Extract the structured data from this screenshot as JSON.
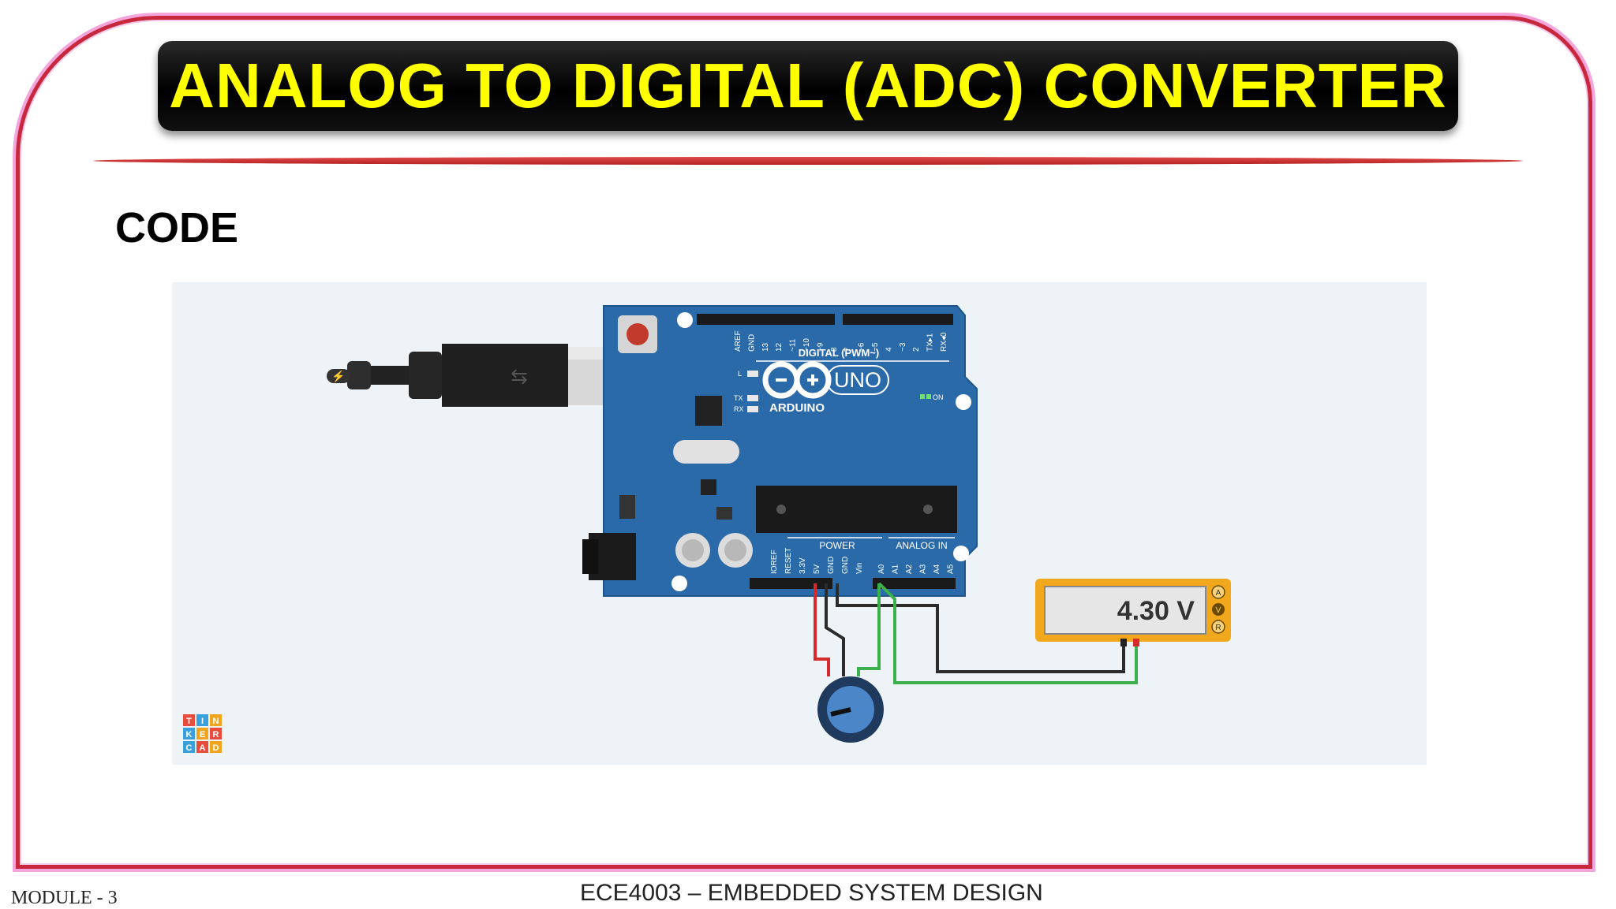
{
  "slide": {
    "title": "ANALOG TO DIGITAL (ADC) CONVERTER",
    "section_heading": "CODE",
    "footer_left": "MODULE - 3",
    "footer_center": "ECE4003 – EMBEDDED SYSTEM DESIGN"
  },
  "circuit": {
    "board_brand": "ARDUINO",
    "board_model": "UNO",
    "digital_label": "DIGITAL (PWM~)",
    "digital_pins": [
      "AREF",
      "GND",
      "13",
      "12",
      "~11",
      "~10",
      "~9",
      "8",
      "7",
      "~6",
      "~5",
      "4",
      "~3",
      "2",
      "TX▸1",
      "RX◂0"
    ],
    "power_label": "POWER",
    "power_pins": [
      "IOREF",
      "RESET",
      "3.3V",
      "5V",
      "GND",
      "GND",
      "Vin"
    ],
    "analog_label": "ANALOG IN",
    "analog_pins": [
      "A0",
      "A1",
      "A2",
      "A3",
      "A4",
      "A5"
    ],
    "led_labels": [
      "L",
      "TX",
      "RX"
    ],
    "on_label": "ON",
    "multimeter_reading": "4.30 V",
    "multimeter_modes": [
      "A",
      "V",
      "R"
    ],
    "tinkercad_letters": [
      "T",
      "I",
      "N",
      "K",
      "E",
      "R",
      "C",
      "A",
      "D"
    ]
  },
  "colors": {
    "title_text": "#ffff00",
    "frame": "#c8283e",
    "board": "#2b6aa8",
    "multimeter": "#f2a81d",
    "wire_red": "#d42c2c",
    "wire_green": "#3cb04a",
    "wire_black": "#2b2b2b"
  }
}
